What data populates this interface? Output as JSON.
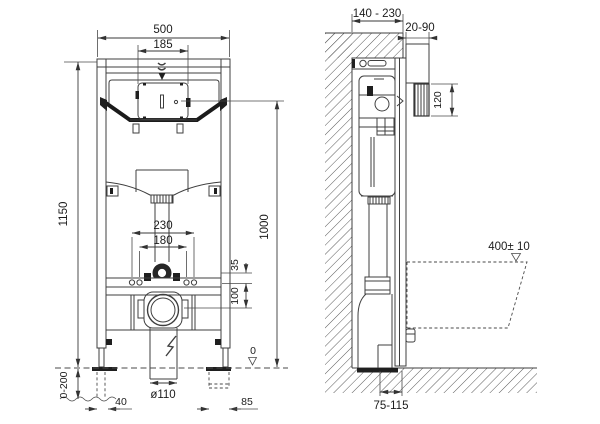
{
  "drawing": {
    "name": "concealed-wc-frame-installation-dimensions",
    "front_view": {
      "frame_width": "500",
      "flush_unit_width": "185",
      "frame_height": "1150",
      "actuation_height": "1000",
      "fixing_width_outer": "230",
      "fixing_width_inner": "180",
      "fixing_offset": "35",
      "outlet_offset": "100",
      "foot_adjustment": "0-200",
      "left_foot_offset": "40",
      "outlet_diameter": "ø110",
      "right_foot_offset": "85",
      "floor_datum": "0"
    },
    "side_view": {
      "frame_depth_range": "140 - 230",
      "front_clearance": "20-90",
      "access_height": "120",
      "bowl_rim_height": "400± 10",
      "outlet_depth_range": "75-115"
    }
  }
}
